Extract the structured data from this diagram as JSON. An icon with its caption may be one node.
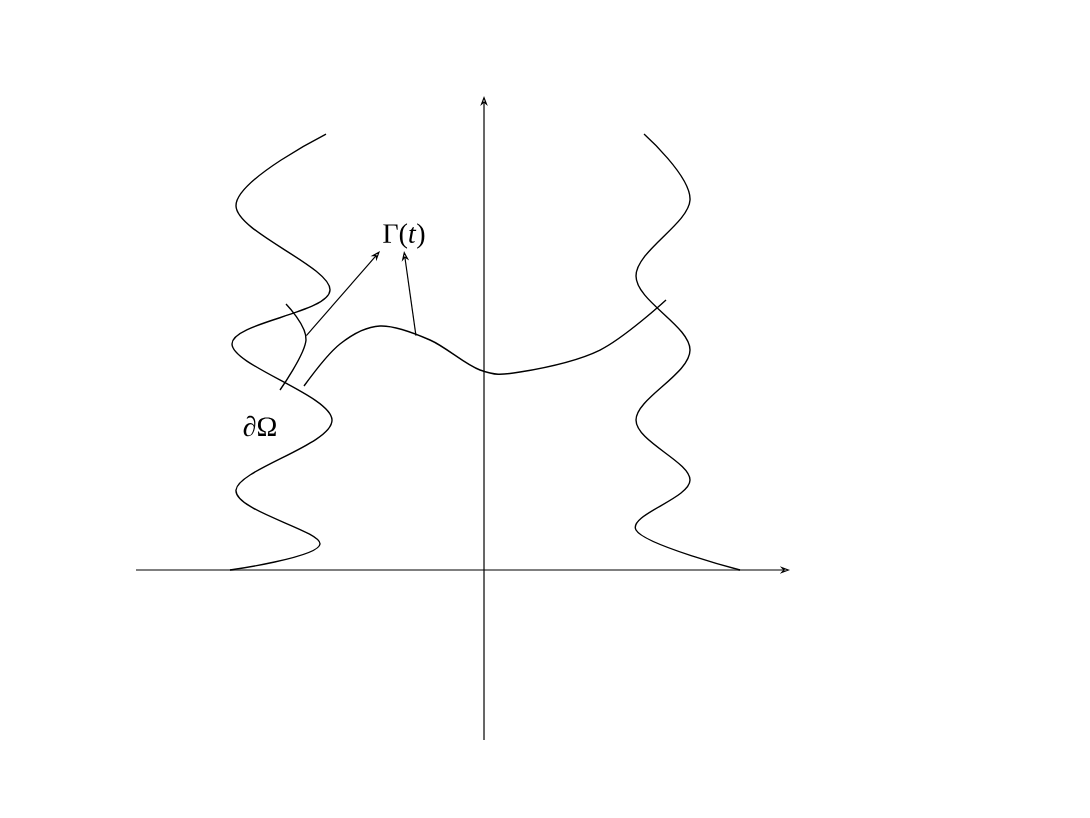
{
  "diagram": {
    "nodes": [
      {
        "text": [
          "Γ(*t*)"
        ]
      },
      {
        "text": [],
        "shape": "arc"
      },
      {
        "text": [],
        "shape": "curve"
      }
    ],
    "edges": [
      {
        "from": 1,
        "to": 0,
        "arrow": "to"
      },
      {
        "from": 2,
        "to": 0,
        "arrow": "to"
      }
    ],
    "labels": [
      "∂Ω"
    ]
  }
}
